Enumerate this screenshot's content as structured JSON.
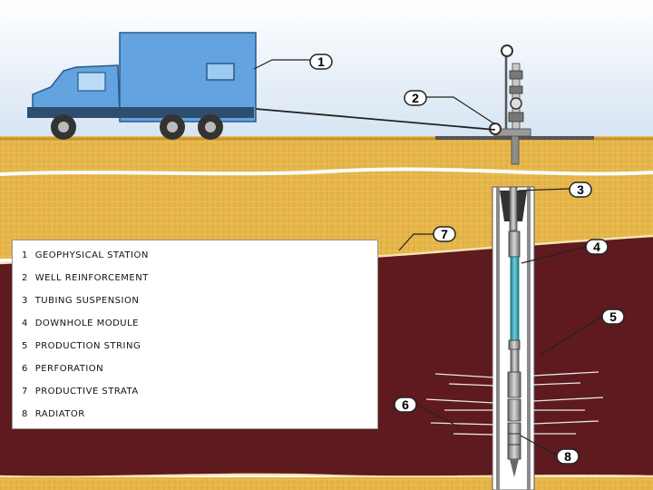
{
  "callouts": [
    "1",
    "2",
    "3",
    "4",
    "5",
    "6",
    "7",
    "8"
  ],
  "legend": [
    {
      "num": "1",
      "text": "GEOPHYSICAL STATION"
    },
    {
      "num": "2",
      "text": "WELL REINFORCEMENT"
    },
    {
      "num": "3",
      "text": "TUBING SUSPENSION"
    },
    {
      "num": "4",
      "text": "DOWNHOLE MODULE"
    },
    {
      "num": "5",
      "text": "PRODUCTION STRING"
    },
    {
      "num": "6",
      "text": "PERFORATION"
    },
    {
      "num": "7",
      "text": "PRODUCTIVE STRATA"
    },
    {
      "num": "8",
      "text": "RADIATOR"
    }
  ],
  "colors": {
    "sky": "#dce8f5",
    "soil": "#e6b64a",
    "strata": "#5e1a1e",
    "truck_body": "#62a3e0",
    "module": "#2b9fb0"
  }
}
